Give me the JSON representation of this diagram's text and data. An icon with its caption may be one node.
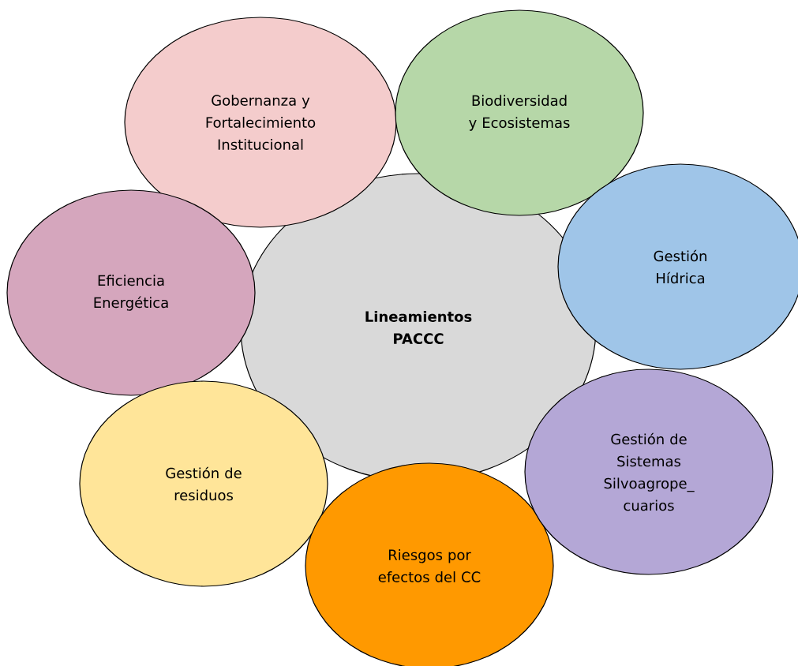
{
  "diagram": {
    "nodes": [
      {
        "text": [
          "**Lineamientos PACCC**"
        ]
      },
      {
        "text": [
          "Gobernanza y Fortalecimiento Institucional"
        ]
      },
      {
        "text": [
          "Biodiversidad y Ecosistemas"
        ]
      },
      {
        "text": [
          "Gestión Hídrica"
        ]
      },
      {
        "text": [
          "Gestión de Sistemas Silvoagrope_ cuarios"
        ]
      },
      {
        "text": [
          "Riesgos por efectos del CC"
        ]
      },
      {
        "text": [
          "Gestión de residuos"
        ]
      },
      {
        "text": [
          "Eficiencia Energética"
        ]
      }
    ]
  }
}
